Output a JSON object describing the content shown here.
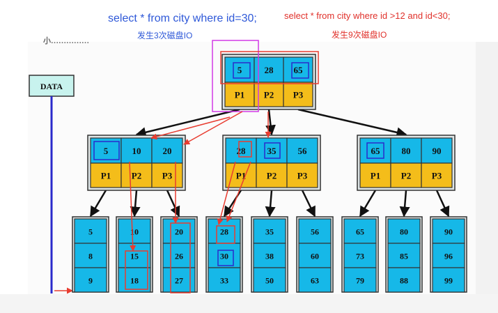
{
  "captions": {
    "query1": "select * from city where id=30;",
    "query1_io": "发生3次磁盘IO",
    "query2": "select * from city where id >12 and id<30;",
    "query2_io": "发生9次磁盘IO",
    "data_label": "DATA",
    "clipped_text": "小……………"
  },
  "colors": {
    "key_cell": "#16b8e8",
    "ptr_cell": "#f4bd1a",
    "border": "#333333",
    "red": "#e83c30",
    "blue": "#2a2acb",
    "magenta": "#d23ae6"
  },
  "tree": {
    "root": {
      "keys": [
        "5",
        "28",
        "65"
      ],
      "ptrs": [
        "P1",
        "P2",
        "P3"
      ]
    },
    "internal": [
      {
        "keys": [
          "5",
          "10",
          "20"
        ],
        "ptrs": [
          "P1",
          "P2",
          "P3"
        ]
      },
      {
        "keys": [
          "28",
          "35",
          "56"
        ],
        "ptrs": [
          "P1",
          "P2",
          "P3"
        ]
      },
      {
        "keys": [
          "65",
          "80",
          "90"
        ],
        "ptrs": [
          "P1",
          "P2",
          "P3"
        ]
      }
    ],
    "leaves": [
      [
        "5",
        "8",
        "9"
      ],
      [
        "10",
        "15",
        "18"
      ],
      [
        "20",
        "26",
        "27"
      ],
      [
        "28",
        "30",
        "33"
      ],
      [
        "35",
        "38",
        "50"
      ],
      [
        "56",
        "60",
        "63"
      ],
      [
        "65",
        "73",
        "79"
      ],
      [
        "80",
        "85",
        "88"
      ],
      [
        "90",
        "96",
        "99"
      ]
    ]
  }
}
